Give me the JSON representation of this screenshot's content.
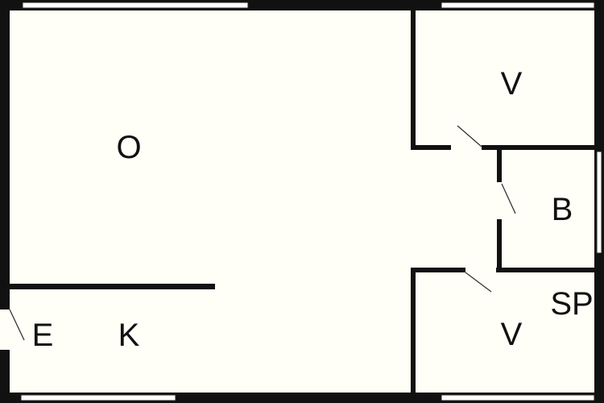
{
  "floor_plan": {
    "colors": {
      "wall": "#111111",
      "floor": "#fffff8"
    },
    "rooms": {
      "living": {
        "label": "O"
      },
      "kitchen": {
        "label": "K"
      },
      "entry": {
        "label": "E"
      },
      "bedroom_top": {
        "label": "V"
      },
      "bedroom_bottom": {
        "label": "V"
      },
      "bathroom": {
        "label": "B"
      },
      "sauna": {
        "label": "SP"
      }
    }
  }
}
